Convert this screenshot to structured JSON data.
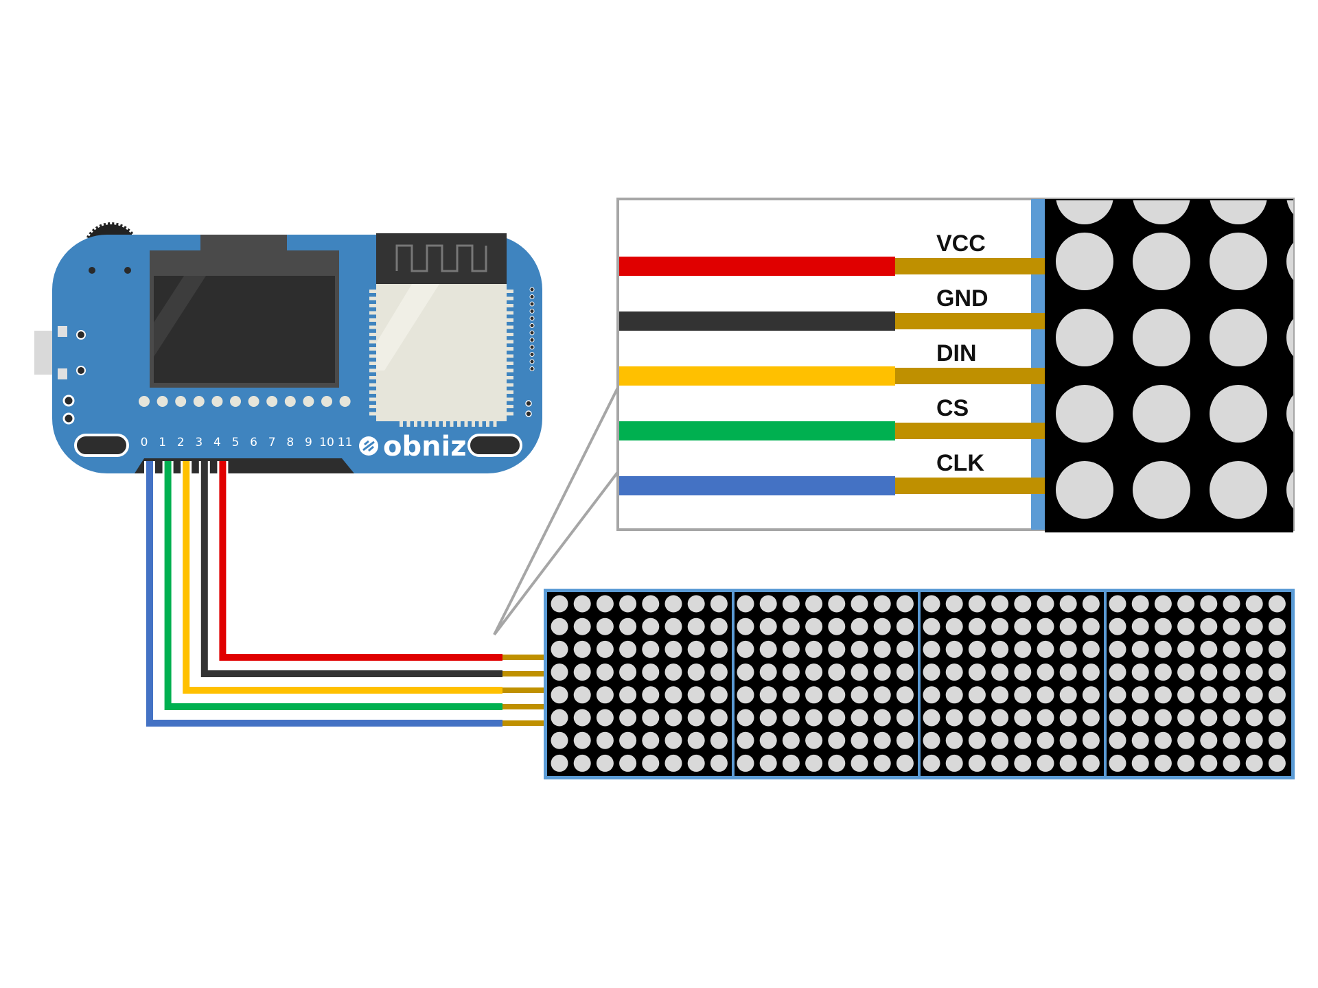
{
  "board": {
    "brand": "obniz",
    "pins": [
      "0",
      "1",
      "2",
      "3",
      "4",
      "5",
      "6",
      "7",
      "8",
      "9",
      "10",
      "11"
    ]
  },
  "wires": [
    {
      "signal": "VCC",
      "pin": "4",
      "color": "#e00000"
    },
    {
      "signal": "GND",
      "pin": "3",
      "color": "#333333"
    },
    {
      "signal": "DIN",
      "pin": "2",
      "color": "#ffc000"
    },
    {
      "signal": "CS",
      "pin": "1",
      "color": "#00b050"
    },
    {
      "signal": "CLK",
      "pin": "0",
      "color": "#4472c4"
    }
  ],
  "matrix": {
    "modules": 4,
    "rows": 8,
    "cols": 8
  },
  "colors": {
    "board": "#3f84bf",
    "pcb_edge": "#5b9bd5",
    "pin_gold": "#bf9000",
    "led_off": "#d9d9d9",
    "matrix_bg": "#000000"
  }
}
